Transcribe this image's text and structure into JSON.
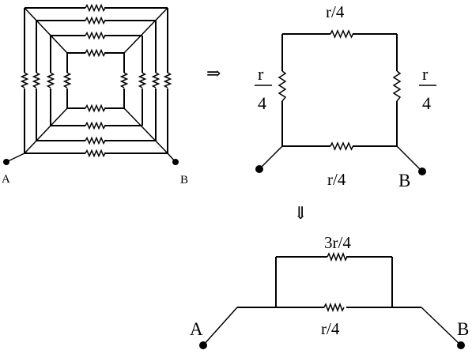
{
  "figure1": {
    "terminal_a": "A",
    "terminal_b": "B"
  },
  "arrow_right": "⇒",
  "figure2": {
    "top_label": "r/4",
    "bottom_label": "r/4",
    "left_num": "r",
    "left_den": "4",
    "right_num": "r",
    "right_den": "4",
    "terminal_b": "B"
  },
  "arrow_down": "⇓",
  "figure3": {
    "top_label": "3r/4",
    "bottom_label": "r/4",
    "terminal_a": "A",
    "terminal_b": "B"
  }
}
